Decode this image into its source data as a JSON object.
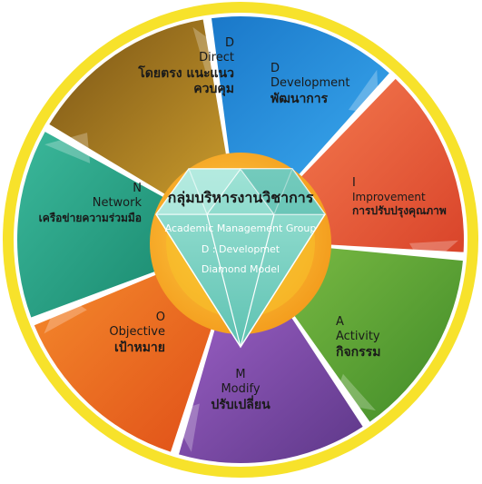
{
  "colors": {
    "ring": "#f7e22b",
    "direct": "#a2781c",
    "development": "#1f8fdc",
    "improvement": "#ec5a3b",
    "activity": "#5aa033",
    "modify": "#7e4aa8",
    "objective": "#ef6a22",
    "network": "#24a58a",
    "hub": "#f5a623",
    "diamond": "#7fd4c6"
  },
  "center": {
    "title_th": "กลุ่มบริหารงานวิชาการ",
    "title_en": "Academic Management Group",
    "model_line1": "D : Developmet",
    "model_line2": "Diamond Model"
  },
  "segments": [
    {
      "id": "direct",
      "letter": "D",
      "en": "Direct",
      "th_line1": "โดยตรง แนะแนว",
      "th_line2": "ควบคุม"
    },
    {
      "id": "development",
      "letter": "D",
      "en": "Development",
      "th": "พัฒนาการ"
    },
    {
      "id": "improvement",
      "letter": "I",
      "en": "Improvement",
      "th": "การปรับปรุงคุณภาพ"
    },
    {
      "id": "activity",
      "letter": "A",
      "en": "Activity",
      "th": "กิจกรรม"
    },
    {
      "id": "modify",
      "letter": "M",
      "en": "Modify",
      "th": "ปรับเปลี่ยน"
    },
    {
      "id": "objective",
      "letter": "O",
      "en": "Objective",
      "th": "เป้าหมาย"
    },
    {
      "id": "network",
      "letter": "N",
      "en": "Network",
      "th": "เครือข่ายความร่วมมือ"
    }
  ]
}
